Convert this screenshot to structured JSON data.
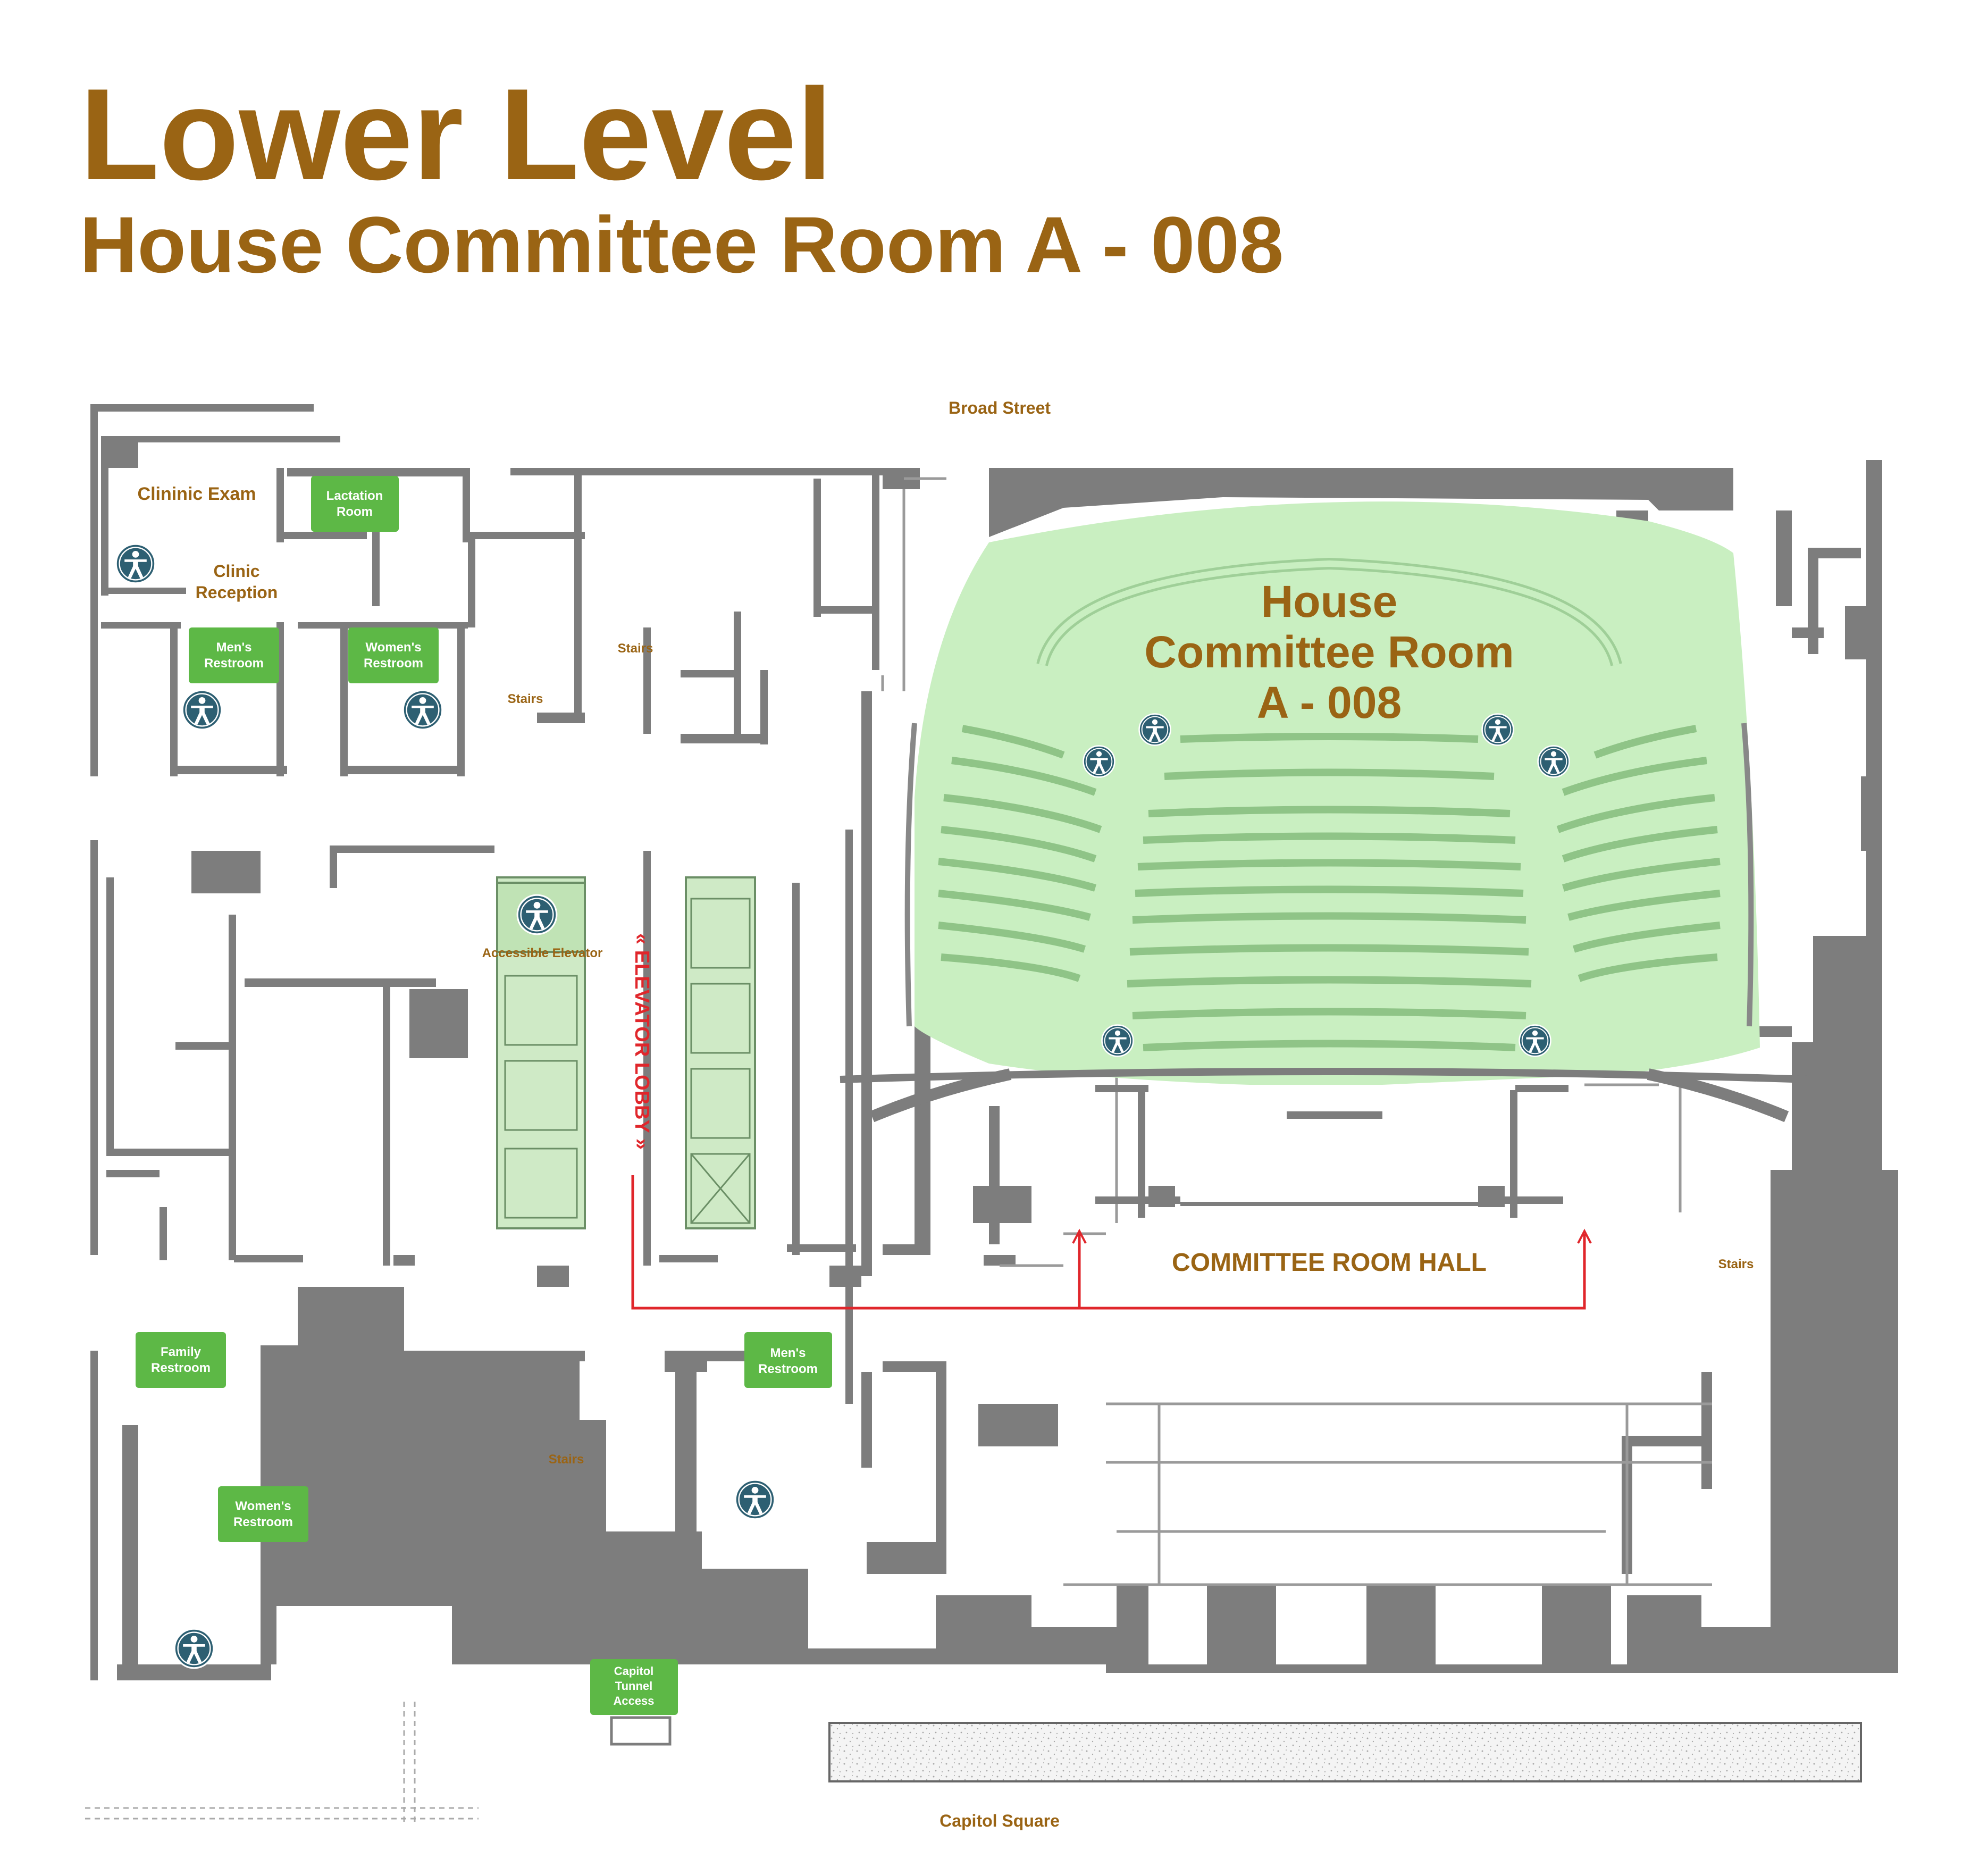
{
  "header": {
    "title": "Lower Level",
    "subtitle": "House Committee Room A - 008"
  },
  "streets": {
    "top": "Broad Street",
    "bottom": "Capitol Square"
  },
  "main_room": {
    "line1": "House",
    "line2": "Committee Room",
    "line3": "A - 008"
  },
  "rooms": {
    "clinic_exam": "Clininic Exam",
    "clinic_reception_1": "Clinic",
    "clinic_reception_2": "Reception",
    "lactation_1": "Lactation",
    "lactation_2": "Room",
    "mens_1": "Men's",
    "mens_2": "Restroom",
    "womens_1": "Women's",
    "womens_2": "Restroom",
    "family_1": "Family",
    "family_2": "Restroom",
    "mens_b_1": "Men's",
    "mens_b_2": "Restroom",
    "womens_b_1": "Women's",
    "womens_b_2": "Restroom",
    "tunnel_1": "Capitol",
    "tunnel_2": "Tunnel",
    "tunnel_3": "Access"
  },
  "labels": {
    "stairs": "Stairs",
    "accessible_elevator": "Accessible Elevator",
    "elevator_lobby": "« ELEVATOR LOBBY »",
    "committee_hall": "COMMITTEE ROOM HALL"
  },
  "colors": {
    "brand_text": "#9a6414",
    "room_highlight": "#c9efc1",
    "label_green": "#5db846",
    "wall_gray": "#7d7d7d",
    "route_red": "#e0262b",
    "accessibility_icon": "#2d5f72"
  },
  "icons": {
    "accessibility": "accessibility-icon"
  }
}
